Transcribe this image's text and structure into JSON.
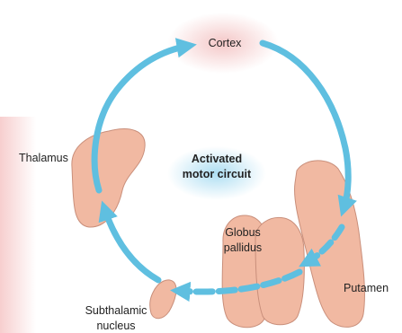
{
  "labels": {
    "cortex": "Cortex",
    "thalamus": "Thalamus",
    "center_line1": "Activated",
    "center_line2": "motor circuit",
    "globus_line1": "Globus",
    "globus_line2": "pallidus",
    "putamen": "Putamen",
    "subthalamic_line1": "Subthalamic",
    "subthalamic_line2": "nucleus"
  },
  "colors": {
    "arrow": "#5fbfe0",
    "structure_fill": "#f1b9a2",
    "structure_stroke": "#c98f7b",
    "cortex_glow": "#f3c1c1",
    "center_glow": "#9fd8f0",
    "left_edge_glow": "#f6c9c9"
  }
}
